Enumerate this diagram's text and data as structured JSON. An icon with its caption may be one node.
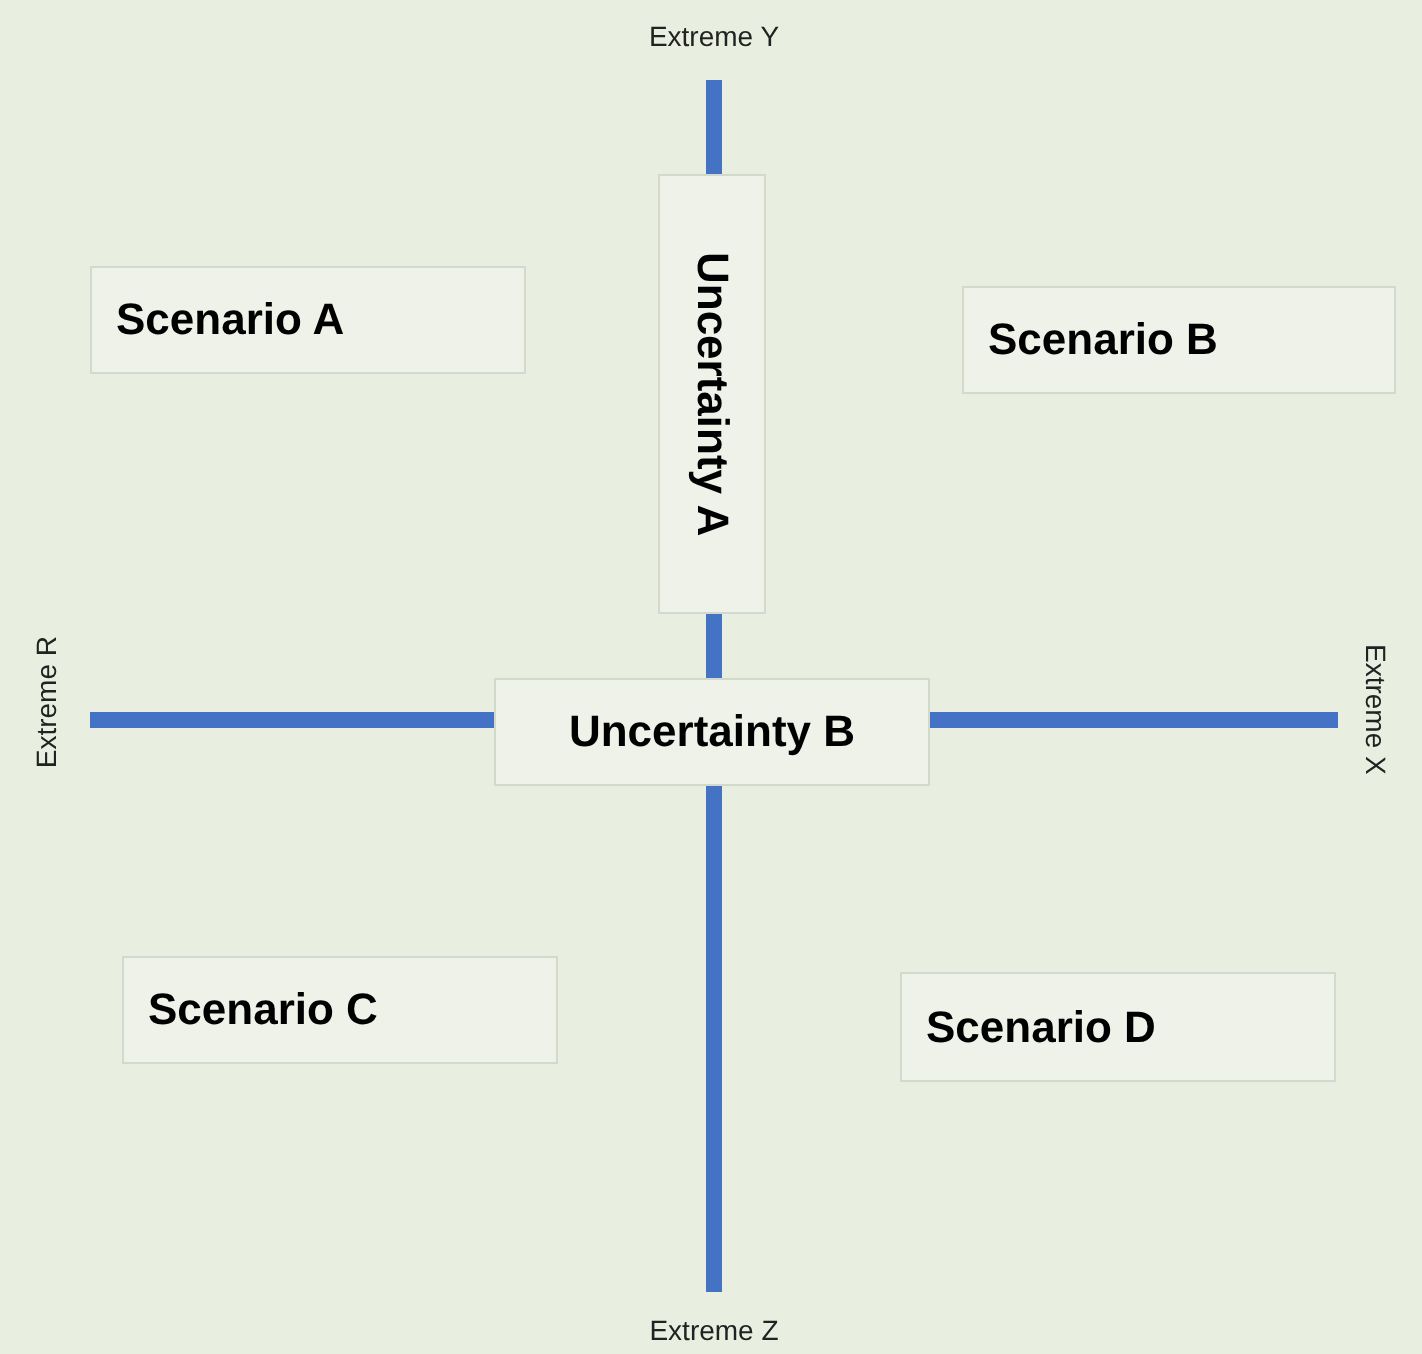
{
  "diagram": {
    "nodes": [
      {
        "text": [
          "Scenario A"
        ]
      },
      {
        "text": [
          "Scenario B"
        ]
      },
      {
        "text": [
          "Uncertainty A"
        ]
      },
      {
        "text": [
          "Uncertainty B"
        ]
      },
      {
        "text": [
          "Scenario C"
        ]
      },
      {
        "text": [
          "Scenario D"
        ]
      }
    ],
    "labels": [
      "Extreme Y",
      "Extreme R",
      "Extreme X",
      "Extreme Z"
    ]
  }
}
